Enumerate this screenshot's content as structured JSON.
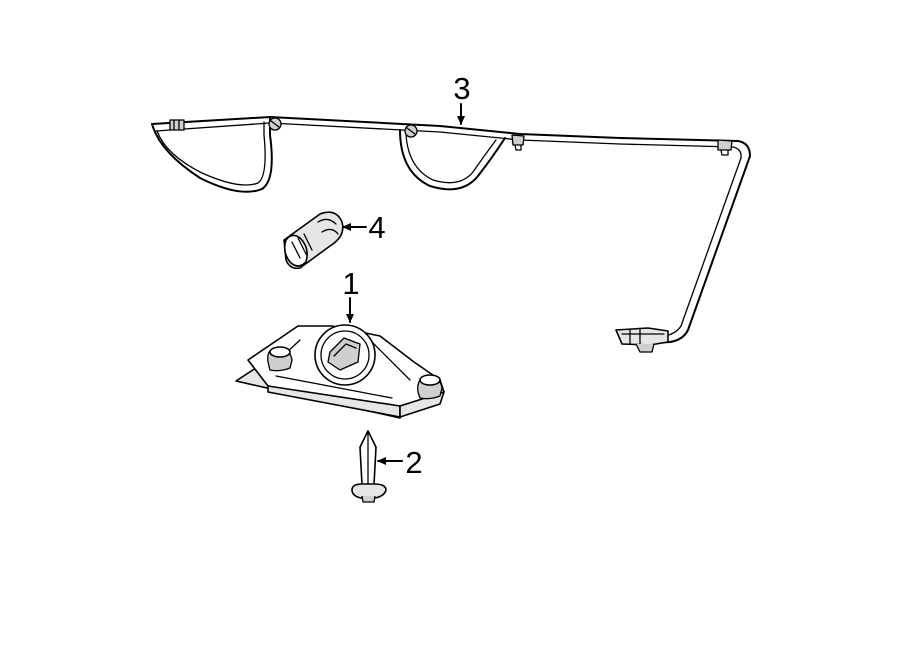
{
  "callouts": {
    "c1": "1",
    "c2": "2",
    "c3": "3",
    "c4": "4"
  },
  "parts": [
    {
      "callout": "1",
      "name": "license-lamp-housing"
    },
    {
      "callout": "2",
      "name": "screw"
    },
    {
      "callout": "3",
      "name": "wiring-harness"
    },
    {
      "callout": "4",
      "name": "bulb"
    }
  ],
  "colors": {
    "line": "#000000",
    "background": "#ffffff",
    "shade": "#e6e6e6"
  }
}
